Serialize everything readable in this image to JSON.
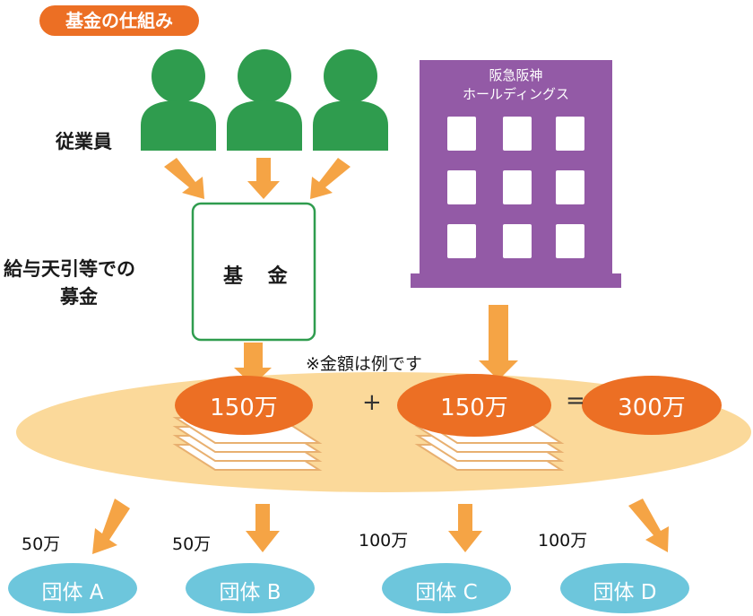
{
  "title": "基金の仕組み",
  "labels": {
    "employees": "従業員",
    "collection_line1": "給与天引等での",
    "collection_line2": "募金",
    "fund": "基 金",
    "note": "※金額は例です"
  },
  "company": {
    "line1": "阪急阪神",
    "line2": "ホールディングス"
  },
  "flow": {
    "employee_amount": "150万",
    "plus": "+",
    "company_amount": "150万",
    "equals": "=",
    "total_amount": "300万"
  },
  "distributions": [
    {
      "amount": "50万",
      "org": "団体 A"
    },
    {
      "amount": "50万",
      "org": "団体 B"
    },
    {
      "amount": "100万",
      "org": "団体 C"
    },
    {
      "amount": "100万",
      "org": "団体 D"
    }
  ],
  "colors": {
    "orange": "#ec6f24",
    "arrow": "#f5a445",
    "green": "#2f9c4e",
    "purple": "#935aa6",
    "ellipse": "#fbd99a",
    "org_blue": "#6dc6dc"
  }
}
